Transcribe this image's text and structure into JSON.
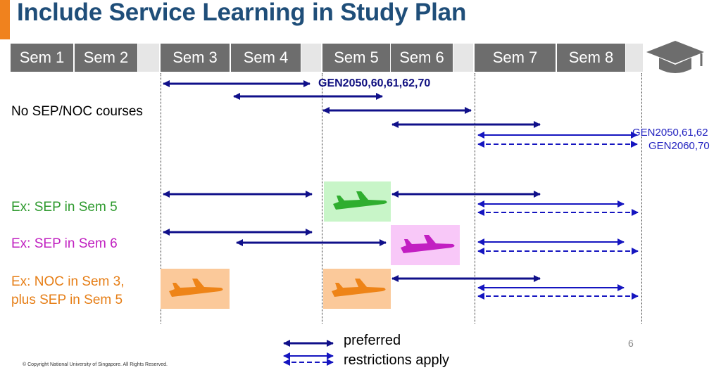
{
  "title": "Include Service Learning in Study Plan",
  "semesters": [
    "Sem 1",
    "Sem 2",
    "Sem 3",
    "Sem 4",
    "Sem 5",
    "Sem 6",
    "Sem 7",
    "Sem 8"
  ],
  "codes": {
    "main": "GEN2050,60,61,62,70",
    "preferred_late": "GEN2050,61,62",
    "restricted_late": "GEN2060,70"
  },
  "rows": {
    "no_sep": "No SEP/NOC courses",
    "sep5": "Ex: SEP in Sem 5",
    "sep6": "Ex: SEP in Sem 6",
    "noc3_line1": "Ex: NOC in Sem 3,",
    "noc3_line2": "plus SEP in Sem 5"
  },
  "legend": {
    "preferred": "preferred",
    "restricted": "restrictions apply"
  },
  "page_number": "6",
  "copyright": "© Copyright National University of Singapore. All Rights Reserved.",
  "colors": {
    "title": "#1f4e79",
    "accent": "#f0821e",
    "arrow": "#10108a",
    "sep5_text": "#2e9a2e",
    "sep6_text": "#c020c0",
    "noc_text": "#e67e16"
  }
}
